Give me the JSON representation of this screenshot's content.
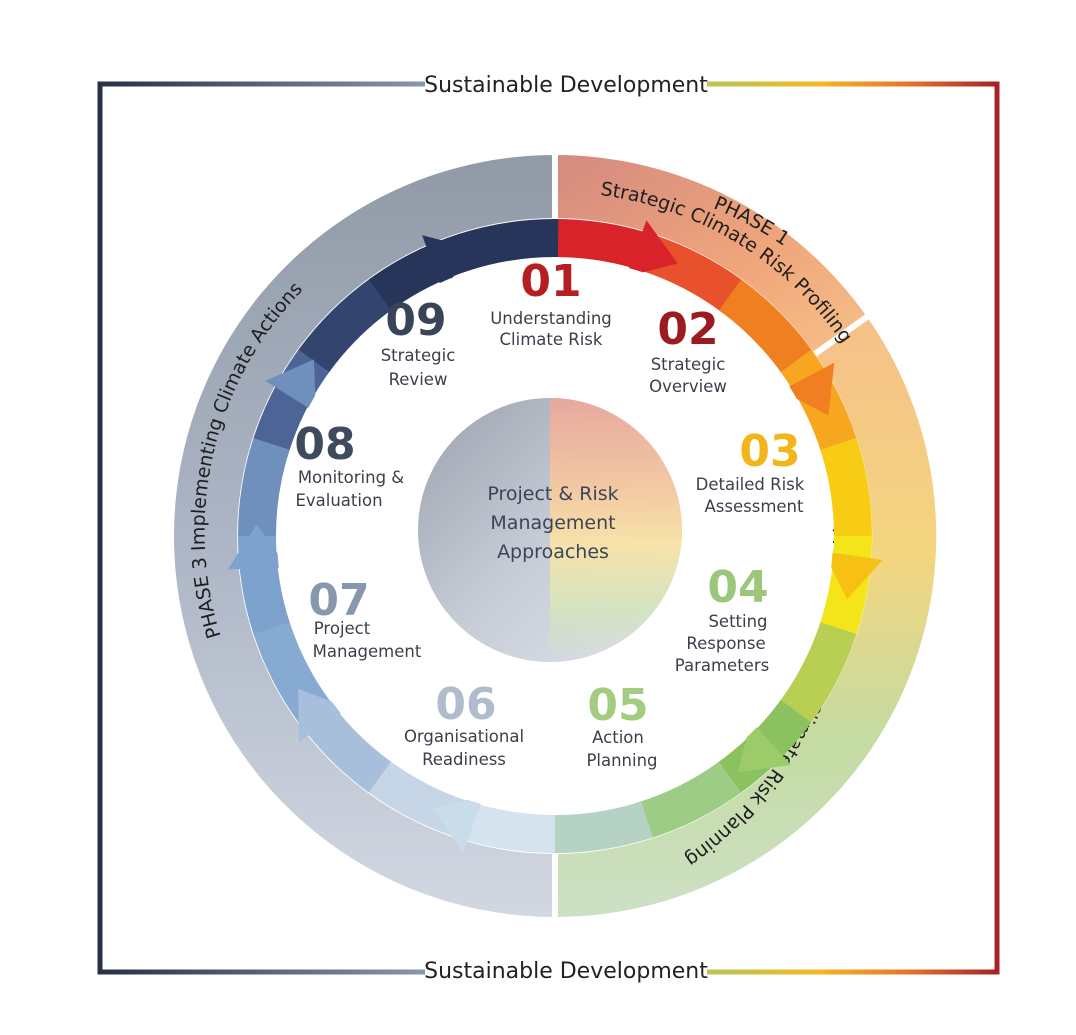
{
  "frame": {
    "top_label": "Sustainable Development",
    "bottom_label": "Sustainable Development"
  },
  "phases": [
    {
      "id": "phase1",
      "line1": "PHASE 1",
      "line2": "Strategic Climate Risk Profiling"
    },
    {
      "id": "phase2",
      "line1": "PHASE 2  Detailed Climate Risk Planning"
    },
    {
      "id": "phase3",
      "line1": "PHASE 3  Implementing Climate Actions"
    }
  ],
  "center": {
    "lines": [
      "Project & Risk",
      "Management",
      "Approaches"
    ]
  },
  "steps": [
    {
      "number": "01",
      "lines": [
        "Understanding",
        "Climate Risk"
      ],
      "color": "#b51f24"
    },
    {
      "number": "02",
      "lines": [
        "Strategic",
        "Overview"
      ],
      "color": "#9b1c20"
    },
    {
      "number": "03",
      "lines": [
        "Detailed Risk",
        "Assessment"
      ],
      "color": "#f2b51c"
    },
    {
      "number": "04",
      "lines": [
        "Setting",
        "Response",
        "Parameters"
      ],
      "color": "#9cc77a"
    },
    {
      "number": "05",
      "lines": [
        "Action",
        "Planning"
      ],
      "color": "#a3cc80"
    },
    {
      "number": "06",
      "lines": [
        "Organisational",
        "Readiness"
      ],
      "color": "#b0bccb"
    },
    {
      "number": "07",
      "lines": [
        "Project",
        "Management"
      ],
      "color": "#8797ad"
    },
    {
      "number": "08",
      "lines": [
        "Monitoring &",
        "Evaluation"
      ],
      "color": "#3f4a5c"
    },
    {
      "number": "09",
      "lines": [
        "Strategic",
        "Review"
      ],
      "color": "#3a4458"
    }
  ]
}
